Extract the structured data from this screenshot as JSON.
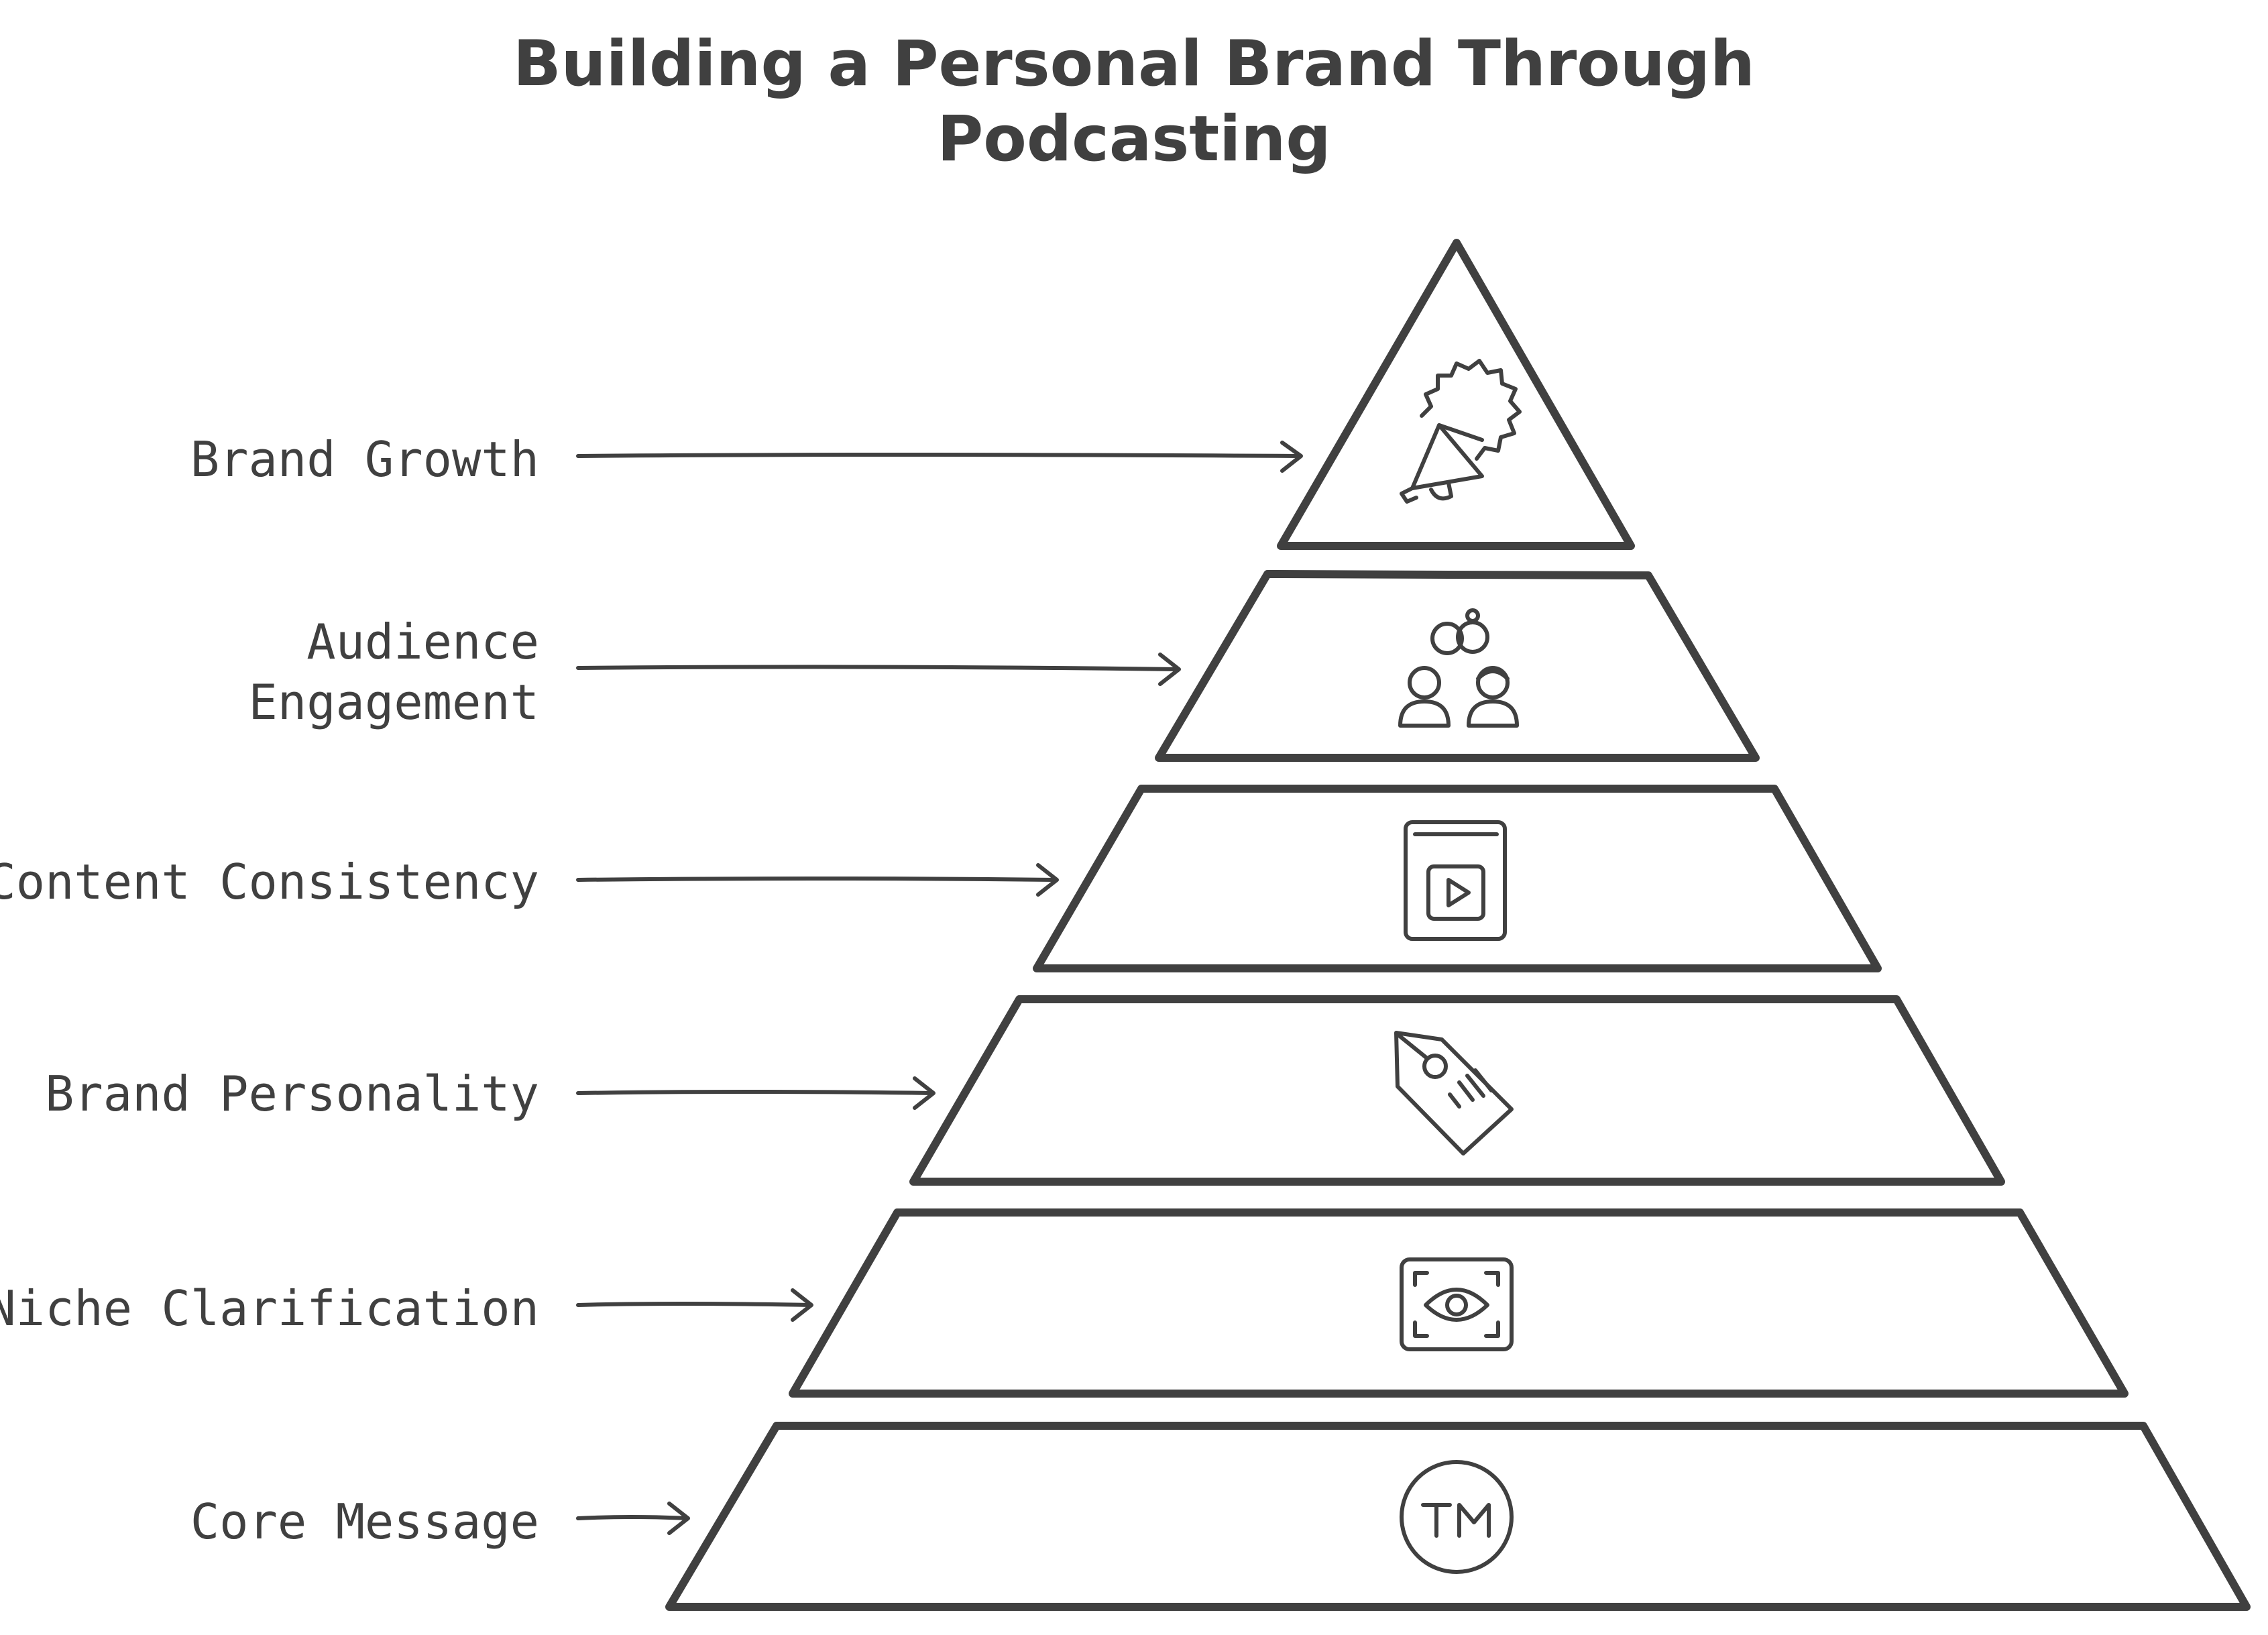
{
  "title": {
    "line1": "Building a Personal Brand Through",
    "line2": "Podcasting"
  },
  "colors": {
    "ink": "#404040",
    "background": "#ffffff"
  },
  "levels": [
    {
      "label_lines": [
        "Brand Growth"
      ],
      "icon": "megaphone-icon"
    },
    {
      "label_lines": [
        "Audience",
        "Engagement"
      ],
      "icon": "people-icon"
    },
    {
      "label_lines": [
        "Content Consistency"
      ],
      "icon": "video-player-icon"
    },
    {
      "label_lines": [
        "Brand Personality"
      ],
      "icon": "tag-icon"
    },
    {
      "label_lines": [
        "Niche Clarification"
      ],
      "icon": "eye-focus-icon"
    },
    {
      "label_lines": [
        "Core Message"
      ],
      "icon": "trademark-icon"
    }
  ]
}
